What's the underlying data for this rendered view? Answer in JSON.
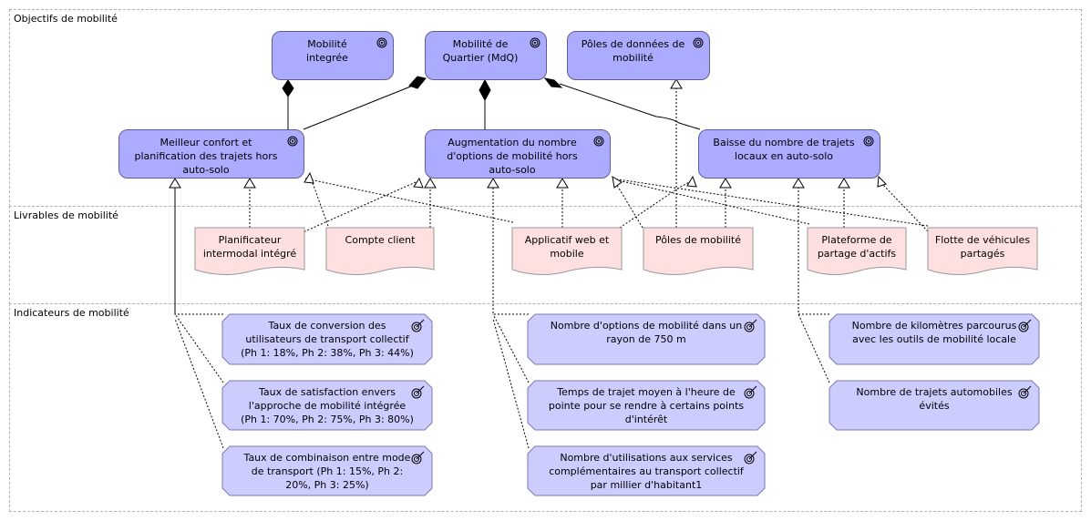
{
  "lanes": {
    "objectifs": "Objectifs de mobilité",
    "livrables": "Livrables de mobilité",
    "indicateurs": "Indicateurs de mobilité"
  },
  "goals": {
    "integree": "Mobilité\nintegrée",
    "mdq": "Mobilité de\nQuartier (MdQ)",
    "poles_donnees": "Pôles de données de\nmobilité",
    "confort": "Meilleur confort et\nplanification des trajets hors\nauto-solo",
    "options": "Augmentation du nombre\nd'options de mobilité hors\nauto-solo",
    "baisse": "Baisse du nombre de trajets\nlocaux en auto-solo"
  },
  "deliverables": {
    "planificateur": "Planificateur\nintermodal intégré",
    "compte": "Compte client",
    "applicatif": "Applicatif web et\nmobile",
    "poles": "Pôles de mobilité",
    "plateforme": "Plateforme de\npartage d'actifs",
    "flotte": "Flotte de véhicules\npartagés"
  },
  "outcomes": {
    "conversion": "Taux de conversion des\nutilisateurs de transport collectif\n(Ph 1: 18%, Ph 2: 38%, Ph 3: 44%)",
    "satisfaction": "Taux de satisfaction envers\nl'approche de mobilité intégrée\n(Ph 1: 70%, Ph 2: 75%, Ph 3: 80%)",
    "combinaison": "Taux de combinaison entre mode\nde transport (Ph 1: 15%, Ph 2:\n20%, Ph 3: 25%)",
    "nb_options": "Nombre d'options de mobilité dans un\nrayon de 750 m",
    "temps": "Temps de trajet moyen à l'heure de\npointe pour se rendre à certains points\nd'intérêt",
    "utilisations": "Nombre d'utilisations aux services\ncomplémentaires au transport collectif\npar millier d'habitant1",
    "km": "Nombre de kilomètres parcourus\navec les outils de mobilité locale",
    "trajets_evites": "Nombre de trajets automobiles\névités"
  },
  "colors": {
    "goal_fill": "#ababff",
    "outcome_fill": "#ccccff",
    "deliverable_fill": "#ffe0e0"
  },
  "icons": {
    "goal": "target-icon",
    "outcome": "target-arrow-icon",
    "deliverable": "document-wave-shape"
  }
}
